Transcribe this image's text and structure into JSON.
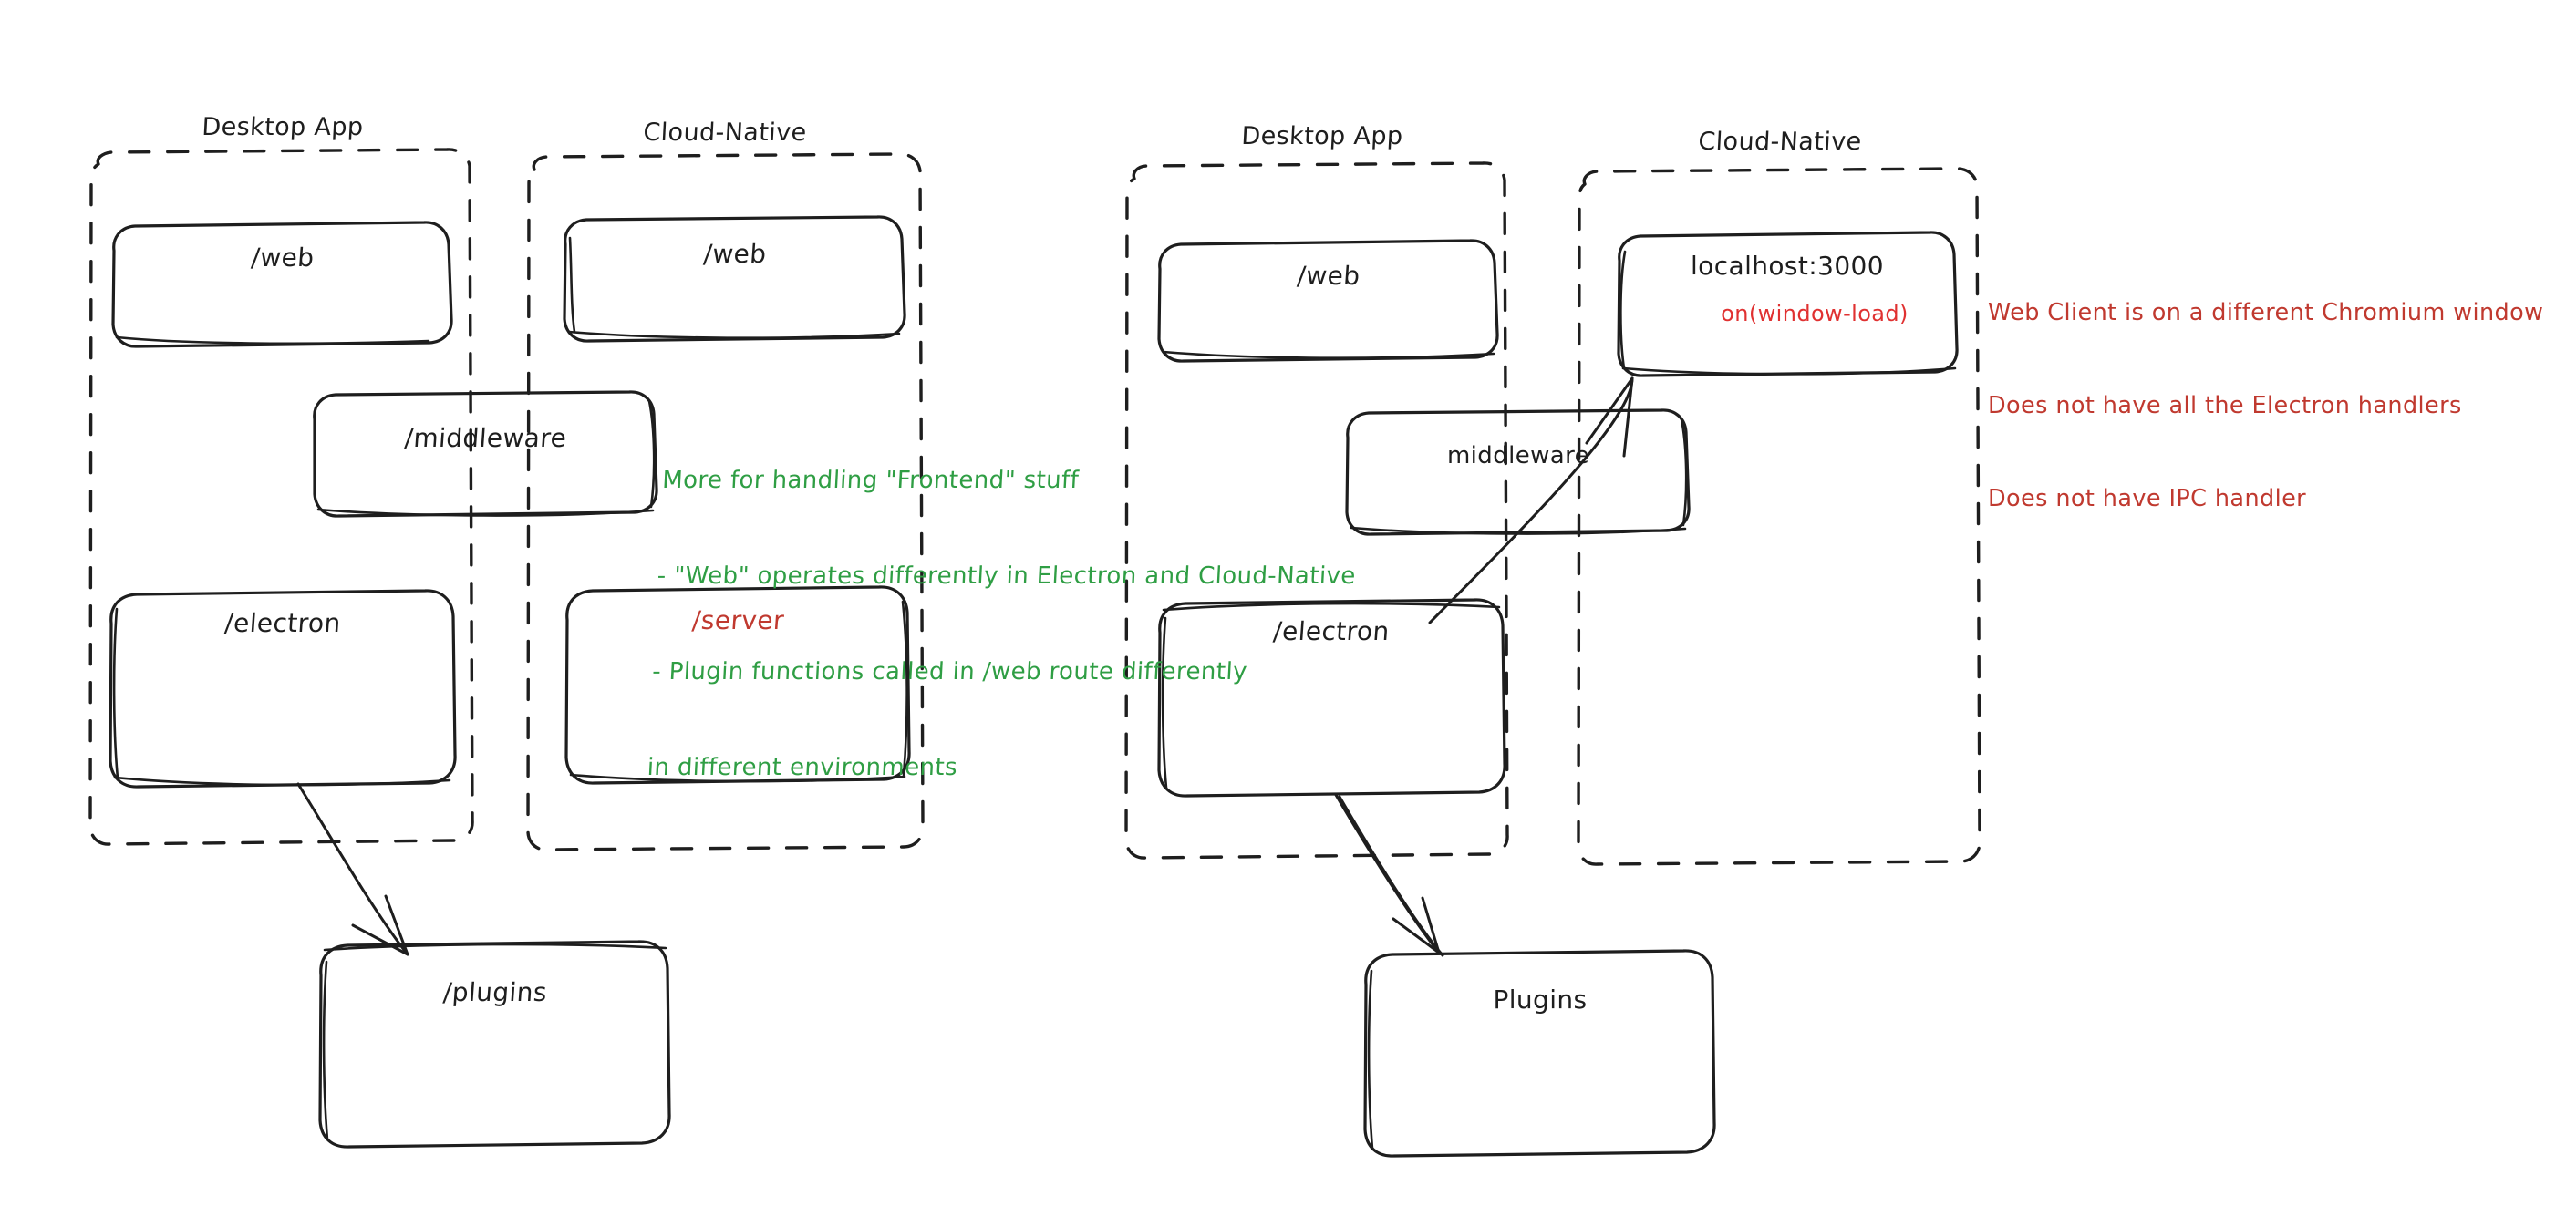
{
  "diagram": {
    "title": "Desktop App vs Cloud-Native architecture comparison",
    "style": "hand-drawn whiteboard",
    "colors": {
      "ink": "#1e1e1e",
      "green_note": "#2f9e44",
      "red_note": "#c0392f",
      "red_label": "#e03131",
      "background": "#ffffff"
    }
  },
  "left_panel": {
    "groups": [
      {
        "id": "left-desktop",
        "label": "Desktop App"
      },
      {
        "id": "left-cloud",
        "label": "Cloud-Native"
      }
    ],
    "boxes": [
      {
        "id": "left-desktop-web",
        "label": "/web",
        "color": "ink"
      },
      {
        "id": "left-cloud-web",
        "label": "/web",
        "color": "ink"
      },
      {
        "id": "left-middleware",
        "label": "/middleware",
        "color": "ink"
      },
      {
        "id": "left-electron",
        "label": "/electron",
        "color": "ink"
      },
      {
        "id": "left-server",
        "label": "/server",
        "color": "red_label"
      },
      {
        "id": "left-plugins",
        "label": "/plugins",
        "color": "ink"
      }
    ],
    "note_green": {
      "lines": [
        "More for handling \"Frontend\" stuff",
        "- \"Web\" operates differently in Electron and Cloud-Native",
        "- Plugin functions called in /web route differently",
        "in different environments"
      ]
    }
  },
  "right_panel": {
    "groups": [
      {
        "id": "right-desktop",
        "label": "Desktop App"
      },
      {
        "id": "right-cloud",
        "label": "Cloud-Native"
      }
    ],
    "boxes": [
      {
        "id": "right-desktop-web",
        "label": "/web",
        "color": "ink"
      },
      {
        "id": "right-localhost",
        "label": "localhost:3000",
        "sublabel": "on(window-load)",
        "color": "ink",
        "sublabel_color": "red_label"
      },
      {
        "id": "right-middleware",
        "label": "middleware",
        "color": "ink"
      },
      {
        "id": "right-electron",
        "label": "/electron",
        "color": "ink"
      },
      {
        "id": "right-plugins",
        "label": "Plugins",
        "color": "ink"
      }
    ],
    "note_red": {
      "lines": [
        "Web Client is on a different Chromium window",
        "Does not have all the Electron handlers",
        "Does not have IPC handler"
      ]
    }
  },
  "arrows": [
    {
      "id": "left-electron-to-plugins",
      "from": "/electron",
      "to": "/plugins"
    },
    {
      "id": "right-electron-to-localhost",
      "from": "/electron",
      "to": "localhost:3000"
    },
    {
      "id": "right-electron-to-plugins",
      "from": "/electron",
      "to": "Plugins"
    }
  ]
}
